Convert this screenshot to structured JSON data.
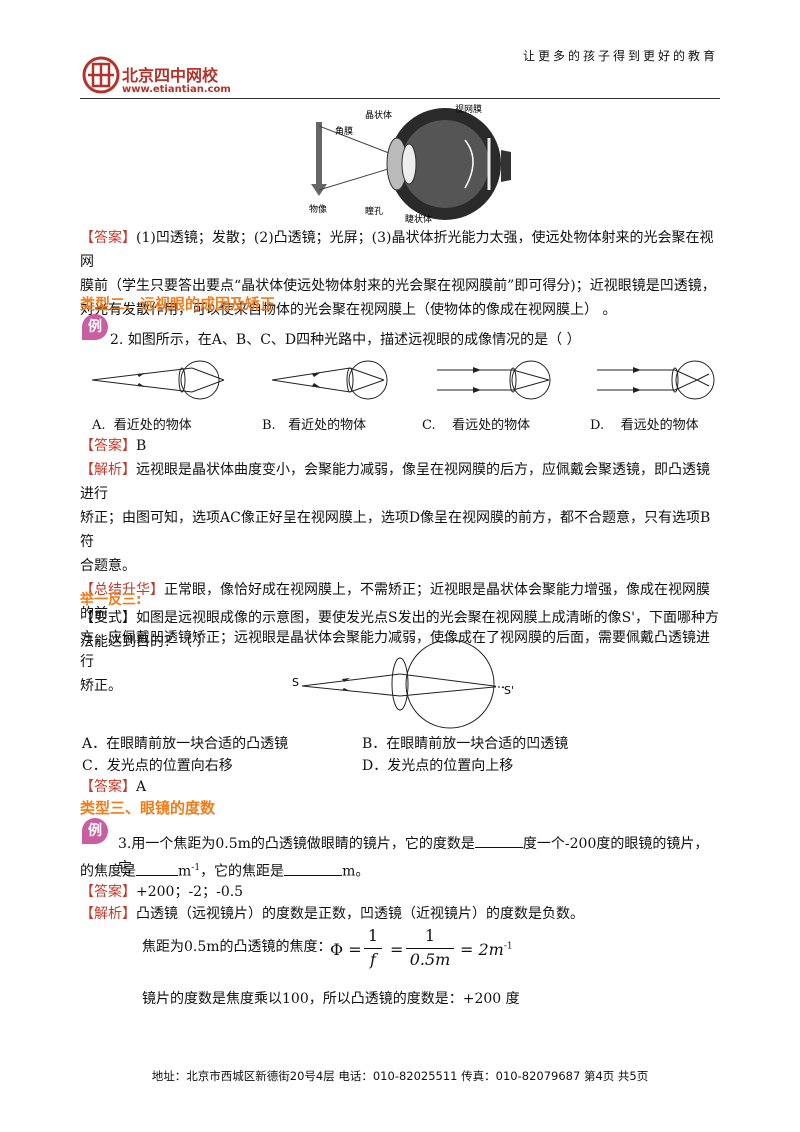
{
  "header": {
    "slogan": "让更多的孩子得到更好的教育",
    "logo_text": "北京四中网校",
    "logo_url": "www.etiantian.com"
  },
  "eye_figure": {
    "labels": [
      "晶状体",
      "视网膜",
      "角膜",
      "物像",
      "瞳孔",
      "睫状体"
    ]
  },
  "answer1": {
    "tag": "【答案】",
    "line1": "(1)凹透镜；发散；(2)凸透镜；光屏；(3)晶状体折光能力太强，使远处物体射来的光会聚在视网",
    "line2": "膜前（学生只要答出要点“晶状体使远处物体射来的光会聚在视网膜前”即可得分)；近视眼镜是凹透镜，",
    "line3": "对光有发散作用，可以使来自物体的光会聚在视网膜上（使物体的像成在视网膜上）   。"
  },
  "section2": {
    "title": "类型二、远视眼的成因及矫正"
  },
  "example_badge": "例",
  "q2": {
    "text": "2.  如图所示，在A、B、C、D四种光路中，描述远视眼的成像情况的是（       ）",
    "options": [
      {
        "letter": "A.",
        "text": "看近处的物体"
      },
      {
        "letter": "B.",
        "text": "看近处的物体"
      },
      {
        "letter": "C.",
        "text": "看远处的物体"
      },
      {
        "letter": "D.",
        "text": "看远处的物体"
      }
    ],
    "answer_tag": "【答案】",
    "answer": "B",
    "analysis_tag": "【解析】",
    "analysis1": "远视眼是晶状体曲度变小，会聚能力减弱，像呈在视网膜的后方，应佩戴会聚透镜，即凸透镜进行",
    "analysis2": "矫正；由图可知，选项AC像正好呈在视网膜上，选项D像呈在视网膜的前方，都不合题意，只有选项B符",
    "analysis3": "合题意。",
    "summary_tag": "【总结升华】",
    "summary1": "正常眼，像恰好成在视网膜上，不需矫正；近视眼是晶状体会聚能力增强，像成在视网膜的前",
    "summary2": "方，应佩戴凹透镜矫正；远视眼是晶状体会聚能力减弱，使像成在了视网膜的后面，需要佩戴凸透镜进行",
    "summary3": "矫正。"
  },
  "practice": {
    "title": "举一反三:",
    "variant_tag": "【变式】",
    "line1": "如图是远视眼成像的示意图，要使发光点S发出的光会聚在视网膜上成清晰的像S'，下面哪种方",
    "line2": "法能达到目的？（       ）",
    "fig_s": "S",
    "fig_s_prime": "S'",
    "options": [
      "A．在眼睛前放一块合适的凸透镜",
      "B．在眼睛前放一块合适的凹透镜",
      "C．发光点的位置向右移",
      "D．发光点的位置向上移"
    ],
    "answer_tag": "【答案】",
    "answer": "A"
  },
  "section3": {
    "title": "类型三、眼镜的度数"
  },
  "q3": {
    "part1": "3.用一个焦距为0.5m的凸透镜做眼睛的镜片，它的度数是",
    "part2": "度一个-200度的眼镜的镜片，它",
    "part3": "的焦度是",
    "unit_m": "m",
    "sup": "-1",
    "part4": "，它的焦距是",
    "part5": "m。",
    "answer_tag": "【答案】",
    "answer": "+200；-2；-0.5",
    "analysis_tag": "【解析】",
    "analysis": "凸透镜（远视镜片）的度数是正数，凹透镜（近视镜片）的度数是负数。",
    "formula_label": "焦距为0.5m的凸透镜的焦度：",
    "formula_phi": "Φ =",
    "formula_num1": "1",
    "formula_den1": "f",
    "formula_eq": "=",
    "formula_num2": "1",
    "formula_den2": "0.5m",
    "formula_result": "= 2m",
    "formula_sup": "-1",
    "conclusion": "镜片的度数是焦度乘以100，所以凸透镜的度数是：+200 度"
  },
  "footer": {
    "text": "地址：北京市西城区新德街20号4层  电话：010-82025511  传真：010-82079687   第4页  共5页"
  }
}
